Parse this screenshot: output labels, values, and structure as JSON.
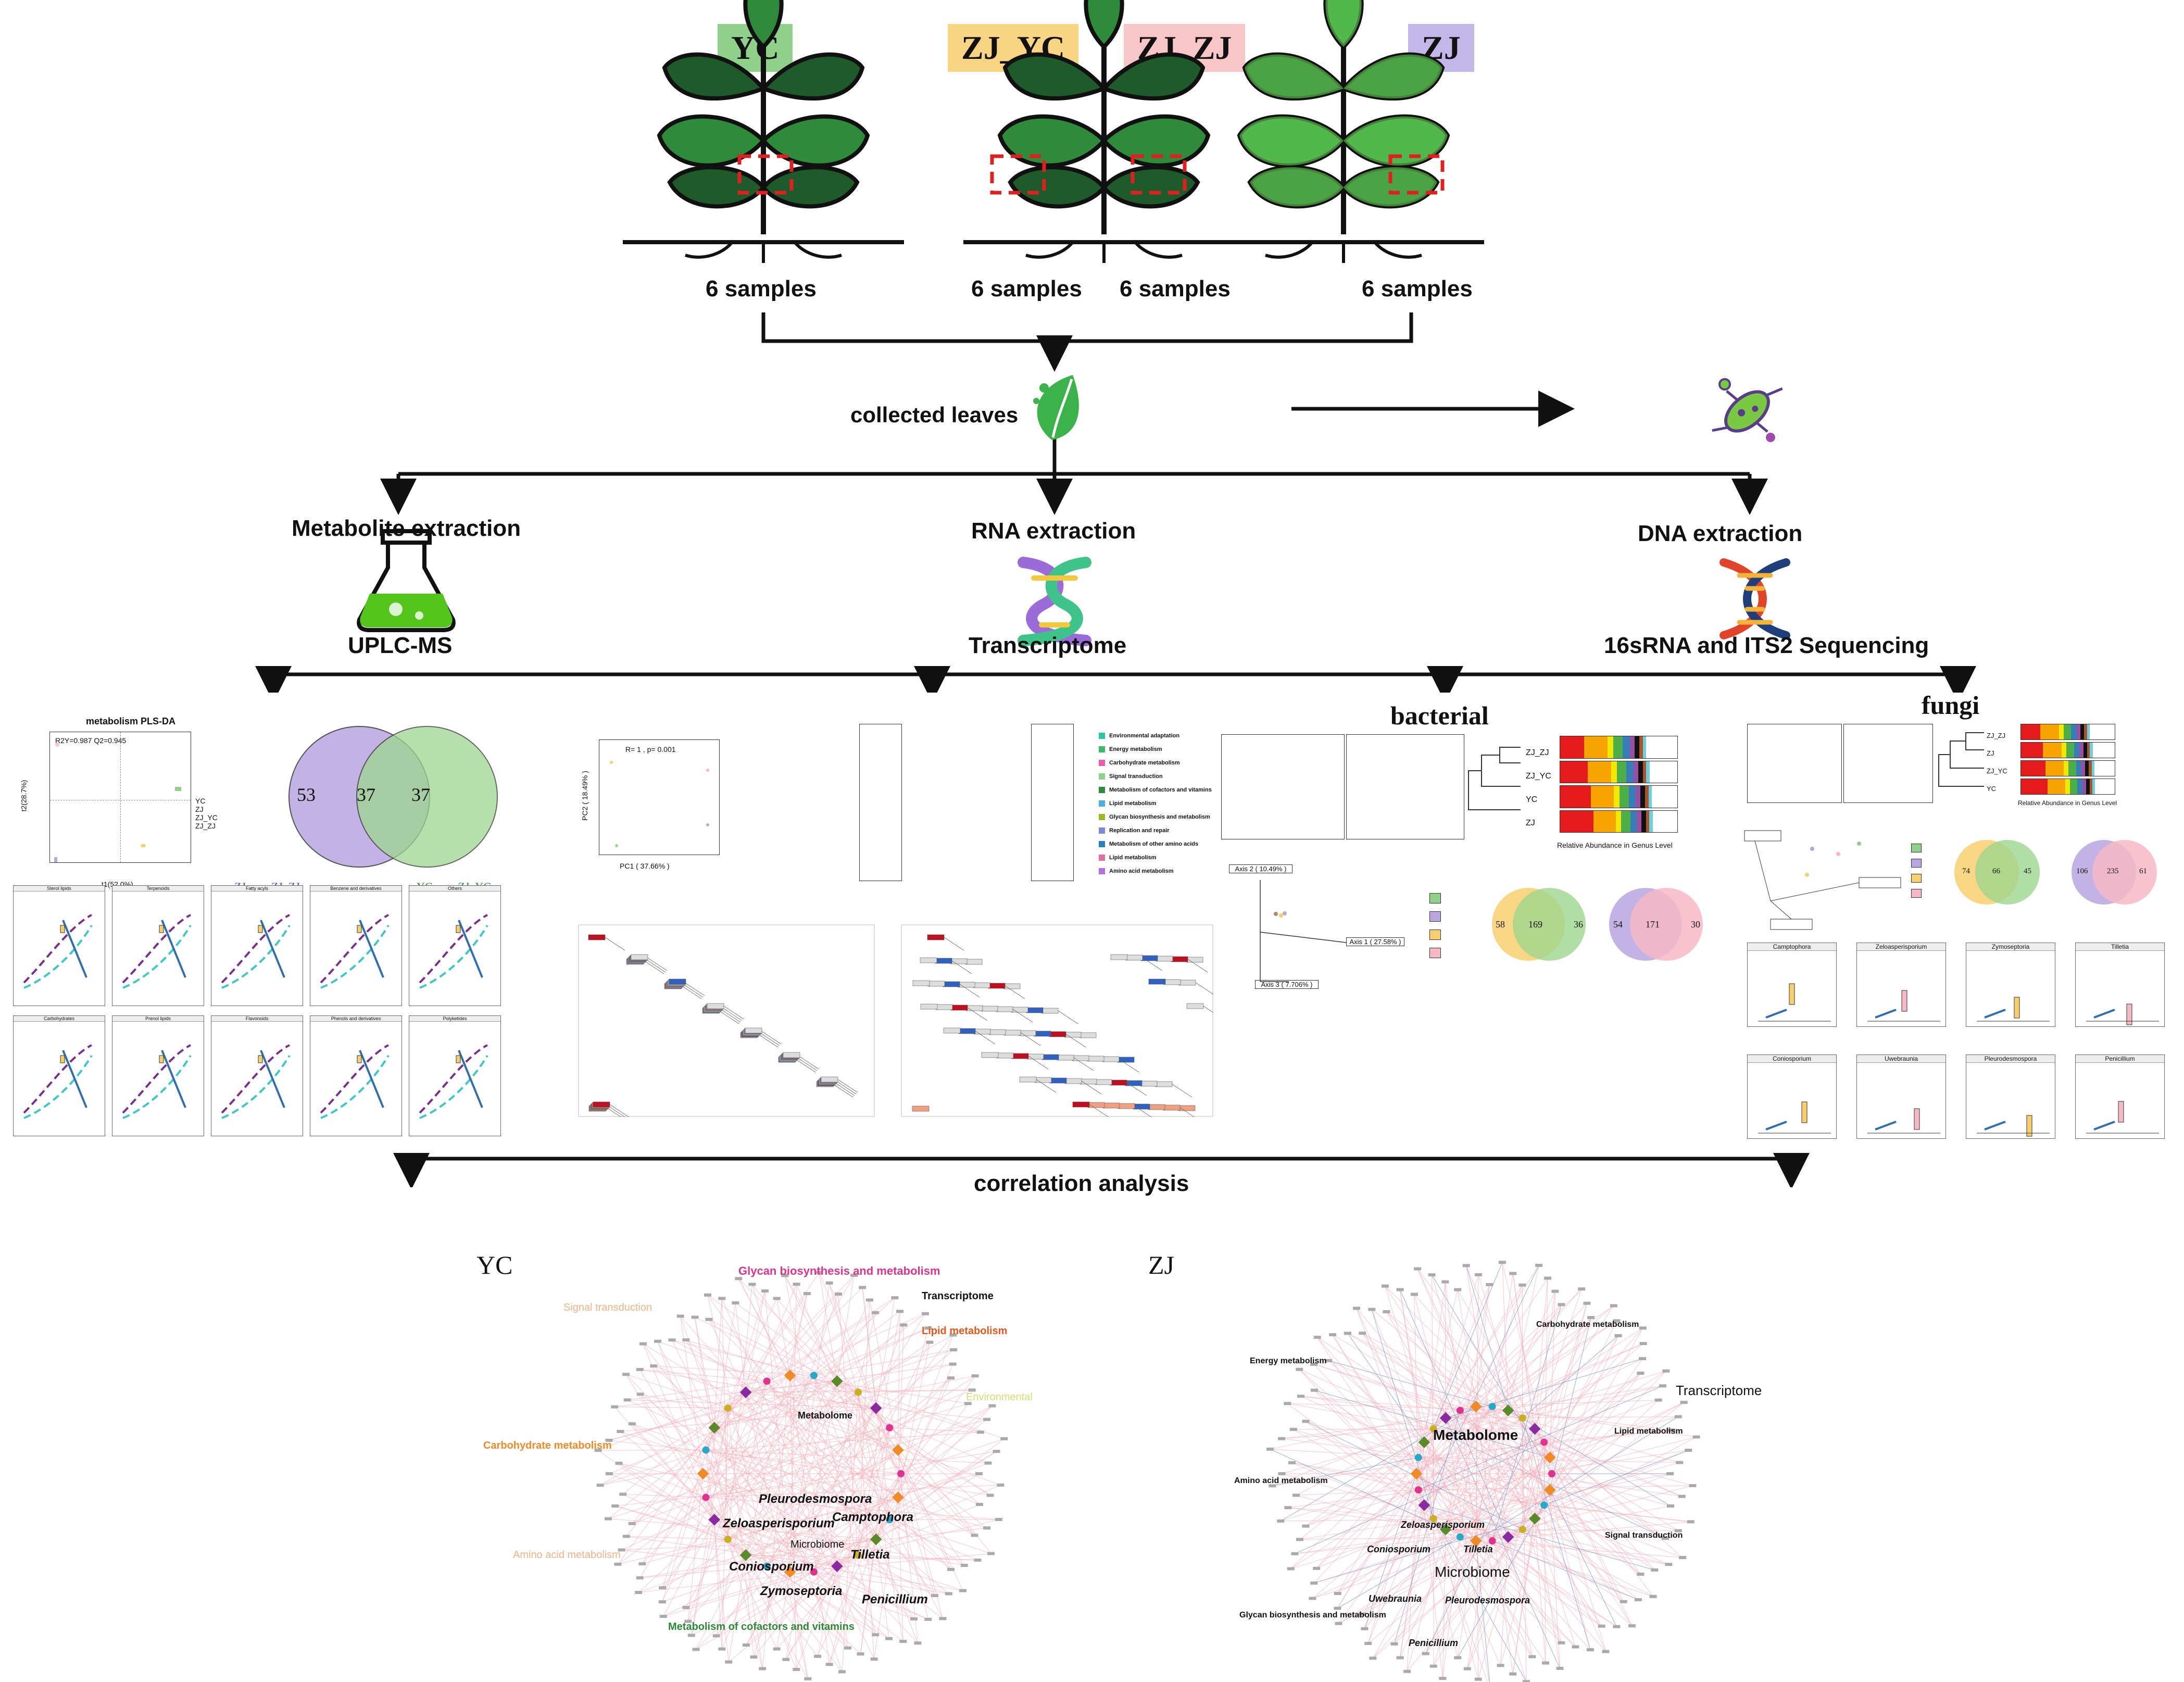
{
  "groups": [
    {
      "label": "YC",
      "color": "#8fd18a",
      "samples": "6 samples"
    },
    {
      "label": "ZJ_YC",
      "color": "#f9d583",
      "samples": "6 samples"
    },
    {
      "label": "ZJ_ZJ",
      "color": "#f9c6c8",
      "samples": "6 samples"
    },
    {
      "label": "ZJ",
      "color": "#c3b6e8",
      "samples": "6 samples"
    }
  ],
  "workflow": {
    "collected": "collected leaves",
    "metabolite": "Metabolite extraction",
    "rna": "RNA extraction",
    "dna": "DNA extraction",
    "uplc": "UPLC-MS",
    "transcriptome": "Transcriptome",
    "sequencing": "16sRNA and ITS2 Sequencing",
    "bacterial": "bacterial",
    "fungi": "fungi",
    "correlation": "correlation analysis"
  },
  "pls": {
    "title": "metabolism PLS-DA",
    "stats": "R2Y=0.987 Q2=0.945",
    "xlabel": "t1(52.0%)",
    "ylabel": "t2(28.7%)",
    "legend": [
      "YC",
      "ZJ",
      "ZJ_YC",
      "ZJ_ZJ"
    ]
  },
  "venn_main": {
    "left": "53",
    "middle": "37",
    "right": "37",
    "left_label": "ZJ--vs--ZJ_ZJ",
    "right_label": "YC--vs--ZJ_YC"
  },
  "metab_panels": [
    "Sterol lipids",
    "Terpenoids",
    "Fatty acyls",
    "Benzene and derivatives",
    "Others",
    "Carbohydrates",
    "Prenol lipids",
    "Flavonoids",
    "Phenols and derivatives",
    "Polyketides"
  ],
  "pca": {
    "stat": "R= 1 , p= 0.001",
    "xlabel": "PC1 ( 37.66% )",
    "ylabel": "PC2 ( 18.49% )"
  },
  "kegg_classes": [
    "Environmental adaptation",
    "Energy metabolism",
    "Carbohydrate metabolism",
    "Signal transduction",
    "Metabolism of cofactors and vitamins",
    "Lipid metabolism",
    "Glycan biosynthesis and metabolism",
    "Replication and repair",
    "Metabolism of other amino acids",
    "Lipid metabolism",
    "Amino acid metabolism"
  ],
  "bacterial": {
    "tree_labels": [
      "ZJ_ZJ",
      "ZJ_YC",
      "YC",
      "ZJ"
    ],
    "axis_note": "Relative Abundance in Genus Level",
    "axis2": "Axis 2 ( 10.49% )",
    "axis1": "Axis 1 ( 27.58% )",
    "axis3": "Axis 3 ( 7.706% )",
    "venn1": {
      "left": "58",
      "middle": "169",
      "right": "36"
    },
    "venn2": {
      "left": "54",
      "middle": "171",
      "right": "30"
    }
  },
  "fungi": {
    "tree_labels": [
      "ZJ_ZJ",
      "ZJ",
      "ZJ_YC",
      "YC"
    ],
    "axis_note": "Relative Abundance in Genus Level",
    "venn1": {
      "left": "74",
      "middle": "66",
      "right": "45"
    },
    "venn2": {
      "left": "106",
      "middle": "235",
      "right": "61"
    },
    "genera": [
      "Camptophora",
      "Zeloasperisporium",
      "Zymoseptoria",
      "Tilletia",
      "Coniosporium",
      "Uwebraunia",
      "Pleurodesmospora",
      "Penicillium"
    ]
  },
  "net_yc": {
    "title": "YC",
    "labels": {
      "glycan": "Glycan biosynthesis and metabolism",
      "signal": "Signal transduction",
      "transcriptome": "Transcriptome",
      "lipid": "Lipid metabolism",
      "environmental": "Environmental",
      "metabolome": "Metabolome",
      "carbohydrate": "Carbohydrate metabolism",
      "pleuro": "Pleurodesmospora",
      "campto": "Camptophora",
      "zeloa": "Zeloasperisporium",
      "microbiome": "Microbiome",
      "tilletia": "Tilletia",
      "conio": "Coniosporium",
      "amino": "Amino acid metabolism",
      "zymo": "Zymoseptoria",
      "penicillium": "Penicillium",
      "cofactors": "Metabolism of cofactors and vitamins"
    }
  },
  "net_zj": {
    "title": "ZJ",
    "labels": {
      "carbohydrate": "Carbohydrate metabolism",
      "energy": "Energy metabolism",
      "transcriptome": "Transcriptome",
      "lipid": "Lipid metabolism",
      "metabolome": "Metabolome",
      "amino": "Amino acid metabolism",
      "zeloa": "Zeloasperisporium",
      "conio": "Coniosporium",
      "tilletia": "Tilletia",
      "signal": "Signal transduction",
      "microbiome": "Microbiome",
      "uwebraunia": "Uwebraunia",
      "pleuro": "Pleurodesmospora",
      "glycan": "Glycan biosynthesis and metabolism",
      "penicillium": "Penicillium"
    }
  },
  "colors": {
    "arrow": "#111111",
    "plant_dark": "#1e5a2a",
    "plant_mid": "#2e8b3a",
    "plant_light": "#4cbf3a",
    "venn_purple": "#b9a6e0",
    "venn_green": "#9dd68f",
    "venn_yellow": "#f7cf6e",
    "venn_pink": "#f7b8c6",
    "net_pink": "#f4a9b8",
    "net_blue": "#5a86c2",
    "orange": "#f08a24",
    "magenta": "#e0338f",
    "teal": "#27a9c9"
  }
}
